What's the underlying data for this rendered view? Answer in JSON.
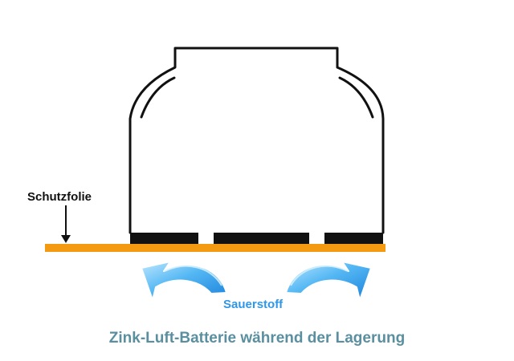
{
  "labels": {
    "protective_film": "Schutzfolie",
    "oxygen": "Sauerstoff",
    "caption": "Zink-Luft-Batterie während der Lagerung"
  },
  "colors": {
    "protective_film": "#f39a12",
    "battery_outline": "#111111",
    "oxygen_arrows": "#2f97e8",
    "caption": "#5a8fa0",
    "background": "#ffffff"
  }
}
